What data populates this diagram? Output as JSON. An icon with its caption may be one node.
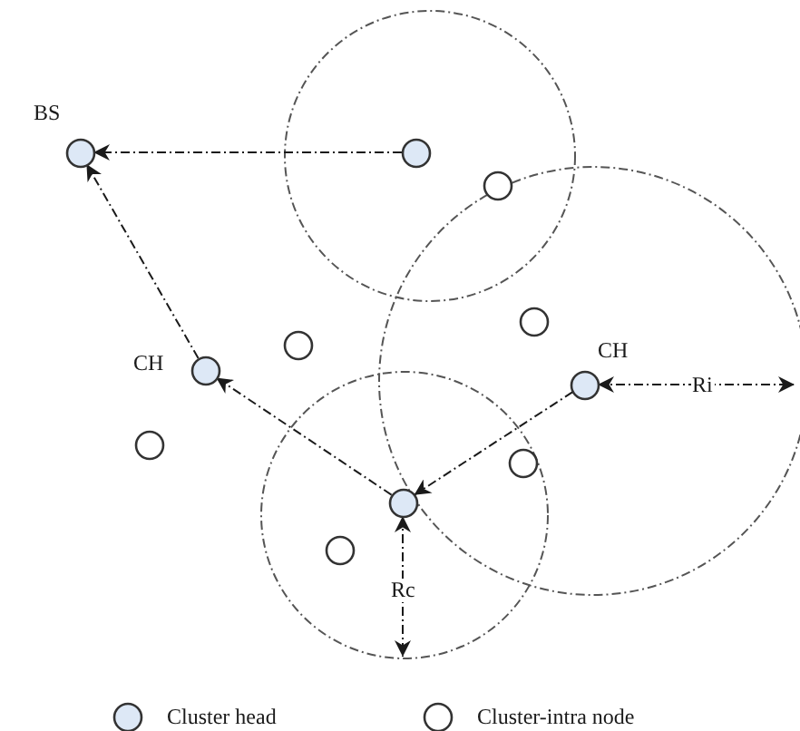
{
  "diagram": {
    "nodes": [
      {
        "text": [
          "BS"
        ]
      },
      {
        "text": [],
        "shape": "circle"
      },
      {
        "text": [],
        "shape": "circle"
      },
      {
        "text": [],
        "shape": "circle"
      },
      {
        "text": [],
        "shape": "circle"
      },
      {
        "text": [
          "CH"
        ]
      },
      {
        "text": [
          "CH"
        ]
      },
      {
        "text": [],
        "shape": "circle"
      },
      {
        "text": [],
        "shape": "circle"
      },
      {
        "text": [],
        "shape": "circle"
      },
      {
        "text": [],
        "shape": "circle"
      }
    ],
    "edges": [
      {
        "from": 1,
        "to": 0,
        "arrow": "to",
        "style": "dashed"
      },
      {
        "from": 5,
        "to": 0,
        "arrow": "to",
        "style": "dashed"
      },
      {
        "from": 9,
        "to": 5,
        "arrow": "to",
        "style": "dashed"
      },
      {
        "from": 6,
        "to": 9,
        "arrow": "to",
        "style": "dashed"
      }
    ],
    "labels": [
      "Ri",
      "Rc"
    ],
    "legend": [
      {
        "text": "Cluster head"
      },
      {
        "text": "Cluster-intra node"
      }
    ]
  }
}
